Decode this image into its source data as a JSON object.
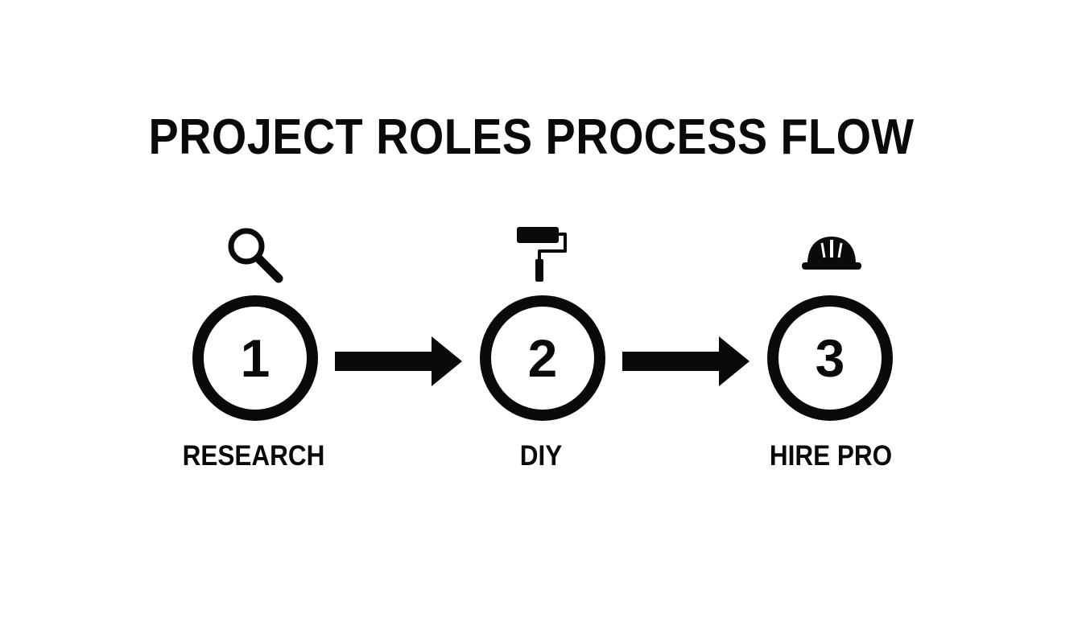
{
  "title": "PROJECT ROLES PROCESS FLOW",
  "steps": [
    {
      "number": "1",
      "label": "RESEARCH",
      "icon": "magnifying-glass-icon"
    },
    {
      "number": "2",
      "label": "DIY",
      "icon": "paint-roller-icon"
    },
    {
      "number": "3",
      "label": "HIRE PRO",
      "icon": "hard-hat-icon"
    }
  ],
  "colors": {
    "foreground": "#0a0a0a",
    "background": "#ffffff"
  }
}
